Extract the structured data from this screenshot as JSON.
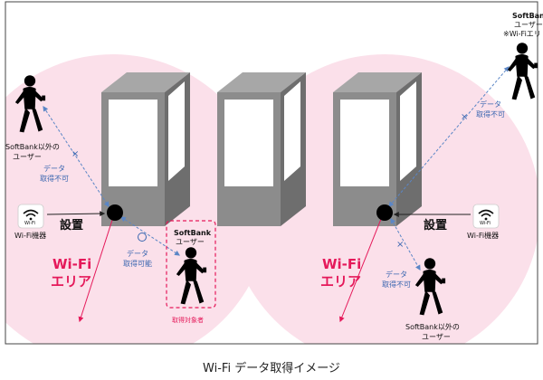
{
  "caption": "Wi-Fi データ取得イメージ",
  "colors": {
    "area_fill": "#fbe0ea",
    "wifi_red": "#e5195a",
    "arrow_blue": "#5b86c6",
    "kiosk_front": "#8c8c8c",
    "kiosk_side": "#6e6e6e",
    "kiosk_top": "#a7a7a7",
    "screen": "#ffffff"
  },
  "icons": [
    "wifi-router-icon",
    "person-icon",
    "beacon-device-icon",
    "cross-mark-icon",
    "circle-mark-icon"
  ],
  "left_area": {
    "area_label_1": "Wi-Fi",
    "area_label_2": "エリア",
    "install_label": "設置",
    "device_tag": "Wi-Fi",
    "device_label": "Wi-Fi機器",
    "non_user_1": "SoftBank以外の",
    "non_user_2": "ユーザー",
    "no_data_1": "データ",
    "no_data_2": "取得不可",
    "mark_ng": "×",
    "user_1": "SoftBank",
    "user_2": "ユーザー",
    "ok_data_1": "データ",
    "ok_data_2": "取得可能",
    "mark_ok": "○",
    "target_label": "取得対象者"
  },
  "right_area": {
    "area_label_1": "Wi-Fi",
    "area_label_2": "エリア",
    "install_label": "設置",
    "device_tag": "Wi-Fi",
    "device_label": "Wi-Fi機器",
    "user_1": "SoftBank",
    "user_2": "ユーザー",
    "user_note": "※Wi-Fiエリ",
    "no_data_top_1": "データ",
    "no_data_top_2": "取得不可",
    "mark_ng_top": "×",
    "no_data_bottom_1": "データ",
    "no_data_bottom_2": "取得不可",
    "mark_ng_bottom": "×",
    "non_user_1": "SoftBank以外の",
    "non_user_2": "ユーザー"
  }
}
